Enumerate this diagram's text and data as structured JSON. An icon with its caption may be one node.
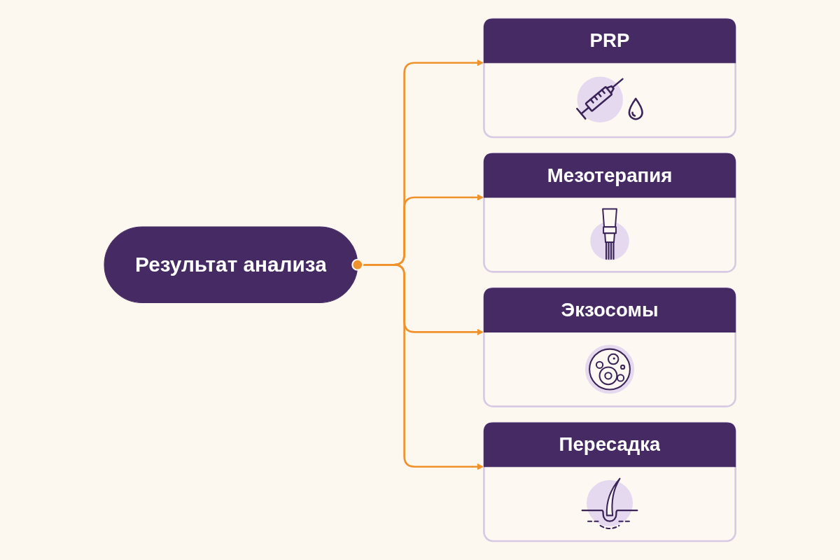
{
  "diagram": {
    "nodes": [
      {
        "text": [
          "Результат анализа"
        ]
      },
      {
        "text": [
          "PRP"
        ]
      },
      {
        "text": [
          "Мезотерапия"
        ]
      },
      {
        "text": [
          "Экзосомы"
        ]
      },
      {
        "text": [
          "Пересадка"
        ]
      }
    ],
    "edges": [
      {
        "from": 0,
        "to": 1,
        "arrow": "to"
      },
      {
        "from": 0,
        "to": 2,
        "arrow": "to"
      },
      {
        "from": 0,
        "to": 3,
        "arrow": "to"
      },
      {
        "from": 0,
        "to": 4,
        "arrow": "to"
      }
    ]
  }
}
